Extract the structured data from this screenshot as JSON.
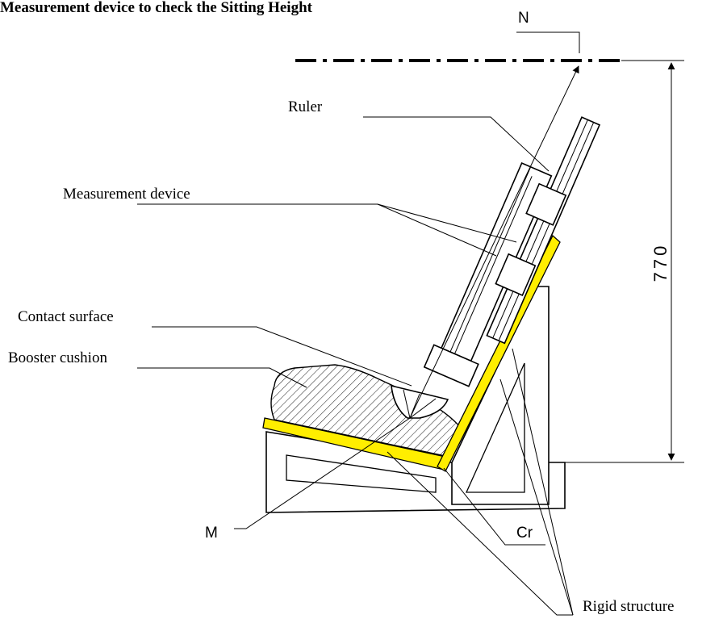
{
  "title": "Measurement device to check the Sitting Height",
  "labels": {
    "ruler": "Ruler",
    "measurement_device": "Measurement device",
    "contact_surface": "Contact surface",
    "booster_cushion": "Booster cushion",
    "rigid_structure": "Rigid structure",
    "point_n": "N",
    "point_m": "M",
    "point_cr": "Cr"
  },
  "dimension": {
    "value": "770"
  },
  "colors": {
    "rigid_structure_fill": "#ffee00",
    "line": "#000000"
  }
}
